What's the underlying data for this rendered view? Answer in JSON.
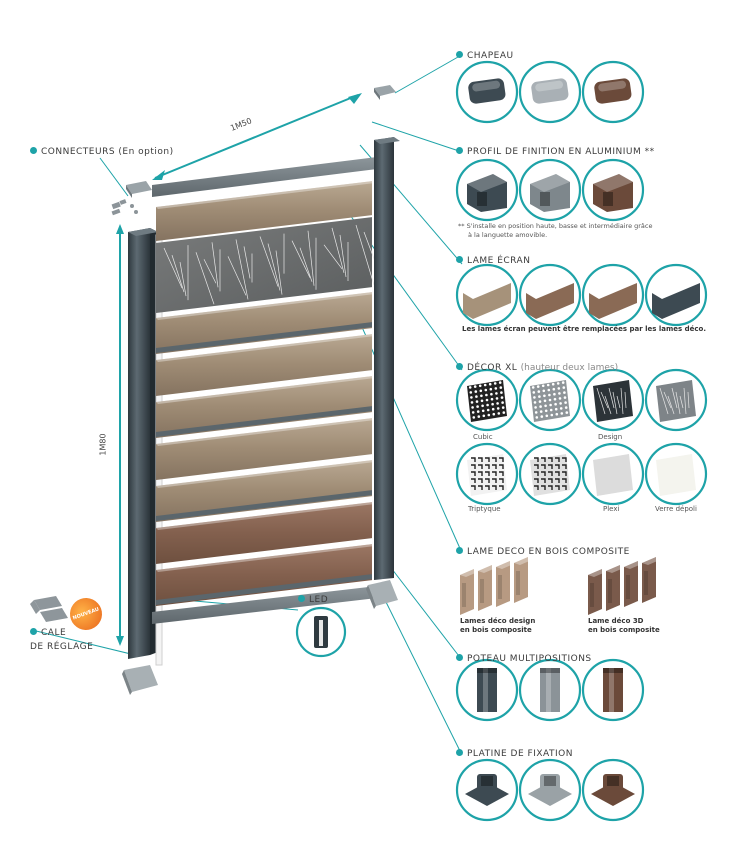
{
  "labels": {
    "chapeau": "CHAPEAU",
    "profil": "PROFIL DE FINITION EN ALUMINIUM **",
    "profil_note_1": "** S'installe en position haute, basse et intermédiaire grâce",
    "profil_note_2": "à la languette amovible.",
    "lame_ecran": "LAME ÉCRAN",
    "lame_ecran_note": "Les lames écran peuvent être remplacées par les lames déco.",
    "decor_xl": "DÉCOR XL",
    "decor_xl_sub": "(hauteur deux lames)",
    "lame_deco": "LAME DECO EN BOIS COMPOSITE",
    "lame_deco_design_1": "Lames déco design",
    "lame_deco_design_2": "en bois composite",
    "lame_deco_3d_1": "Lame déco 3D",
    "lame_deco_3d_2": "en bois composite",
    "poteau": "POTEAU MULTIPOSITIONS",
    "platine": "PLATINE DE FIXATION",
    "connecteurs": "CONNECTEURS (En option)",
    "led": "LED",
    "cale_1": "CALE",
    "cale_2": "DE RÉGLAGE",
    "badge": "NOUVEAU"
  },
  "decor_captions": [
    "Cubic",
    "Design",
    "Triptyque",
    "Plexi",
    "Verre dépoli"
  ],
  "dimensions": {
    "width": "1M50",
    "height": "1M80"
  },
  "colors": {
    "accent": "#1ea3a8",
    "anthracite": "#3d4a52",
    "grey": "#a9b0b5",
    "brown": "#6b4a3a",
    "wood_light": "#a6927a",
    "wood_brown": "#8a6a55"
  }
}
